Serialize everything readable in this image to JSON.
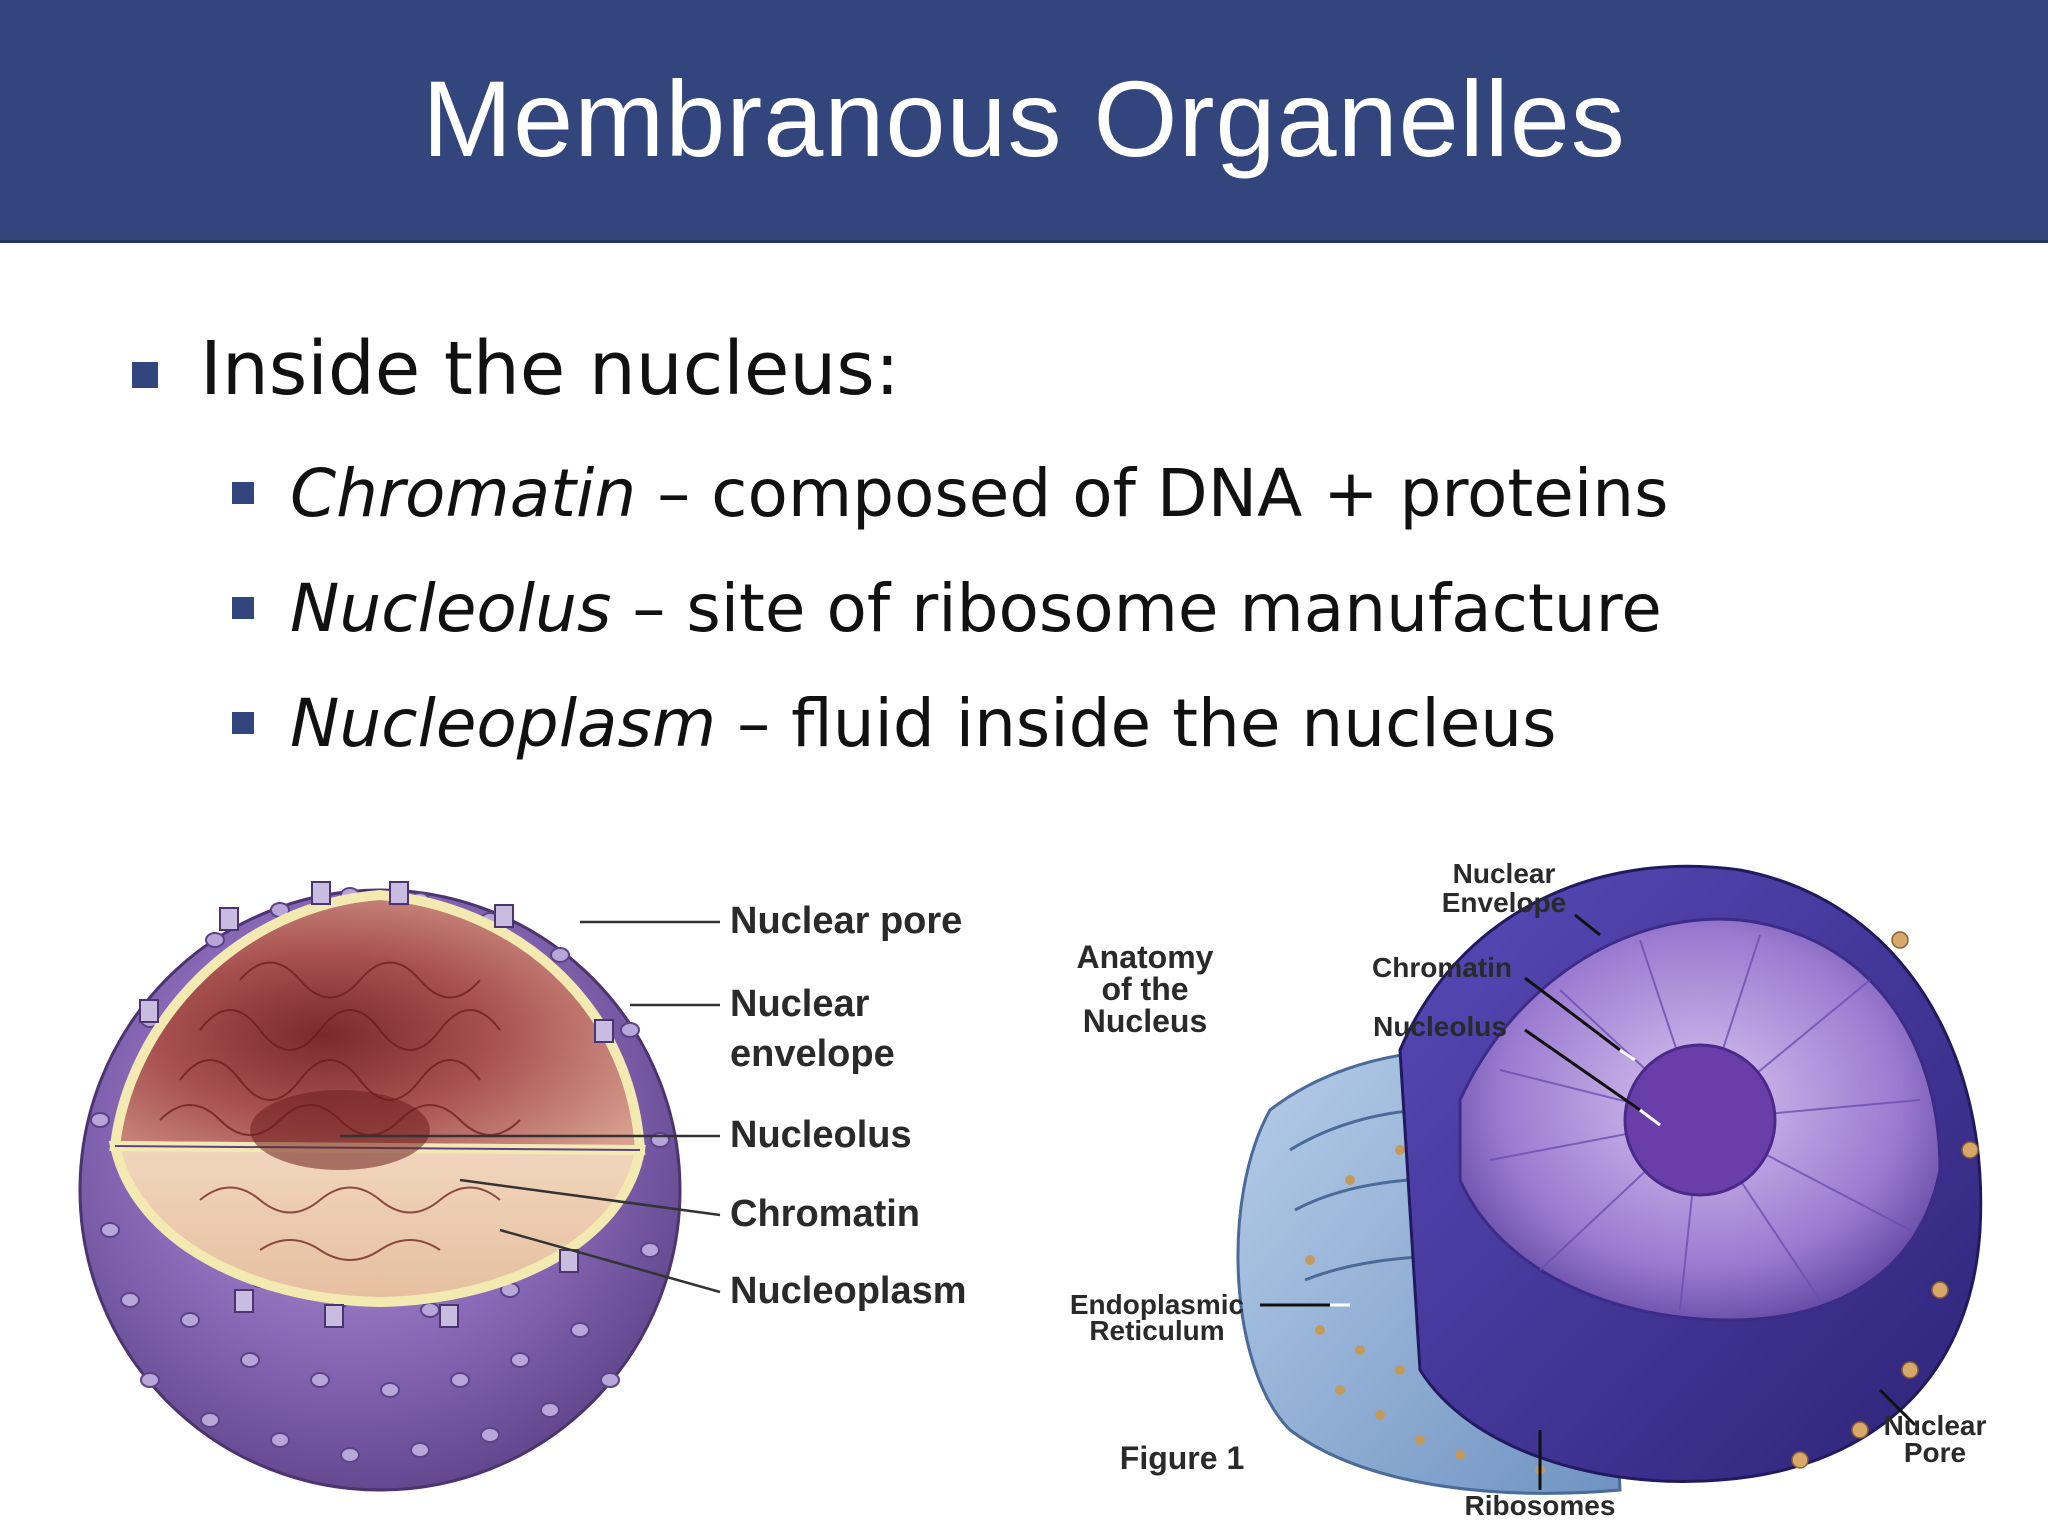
{
  "title": "Membranous Organelles",
  "bullets": {
    "main": "Inside the nucleus:",
    "sub": [
      {
        "term": "Chromatin",
        "desc": " – composed of DNA + proteins"
      },
      {
        "term": "Nucleolus",
        "desc": " – site of ribosome manufacture"
      },
      {
        "term": "Nucleoplasm",
        "desc": " – fluid inside the nucleus"
      }
    ]
  },
  "left_figure": {
    "labels": {
      "pore": "Nuclear pore",
      "envelope_1": "Nuclear",
      "envelope_2": "envelope",
      "nucleolus": "Nucleolus",
      "chromatin": "Chromatin",
      "nucleoplasm": "Nucleoplasm"
    }
  },
  "right_figure": {
    "heading": [
      "Anatomy",
      "of the",
      "Nucleus"
    ],
    "caption": "Figure 1",
    "labels": {
      "envelope_1": "Nuclear",
      "envelope_2": "Envelope",
      "chromatin": "Chromatin",
      "nucleolus": "Nucleolus",
      "er_1": "Endoplasmic",
      "er_2": "Reticulum",
      "ribosomes": "Ribosomes",
      "pore_1": "Nuclear",
      "pore_2": "Pore"
    }
  },
  "colors": {
    "header": "#33457d",
    "nucleus_purple": "#7a5aa6",
    "er_blue": "#8fb0d6"
  }
}
